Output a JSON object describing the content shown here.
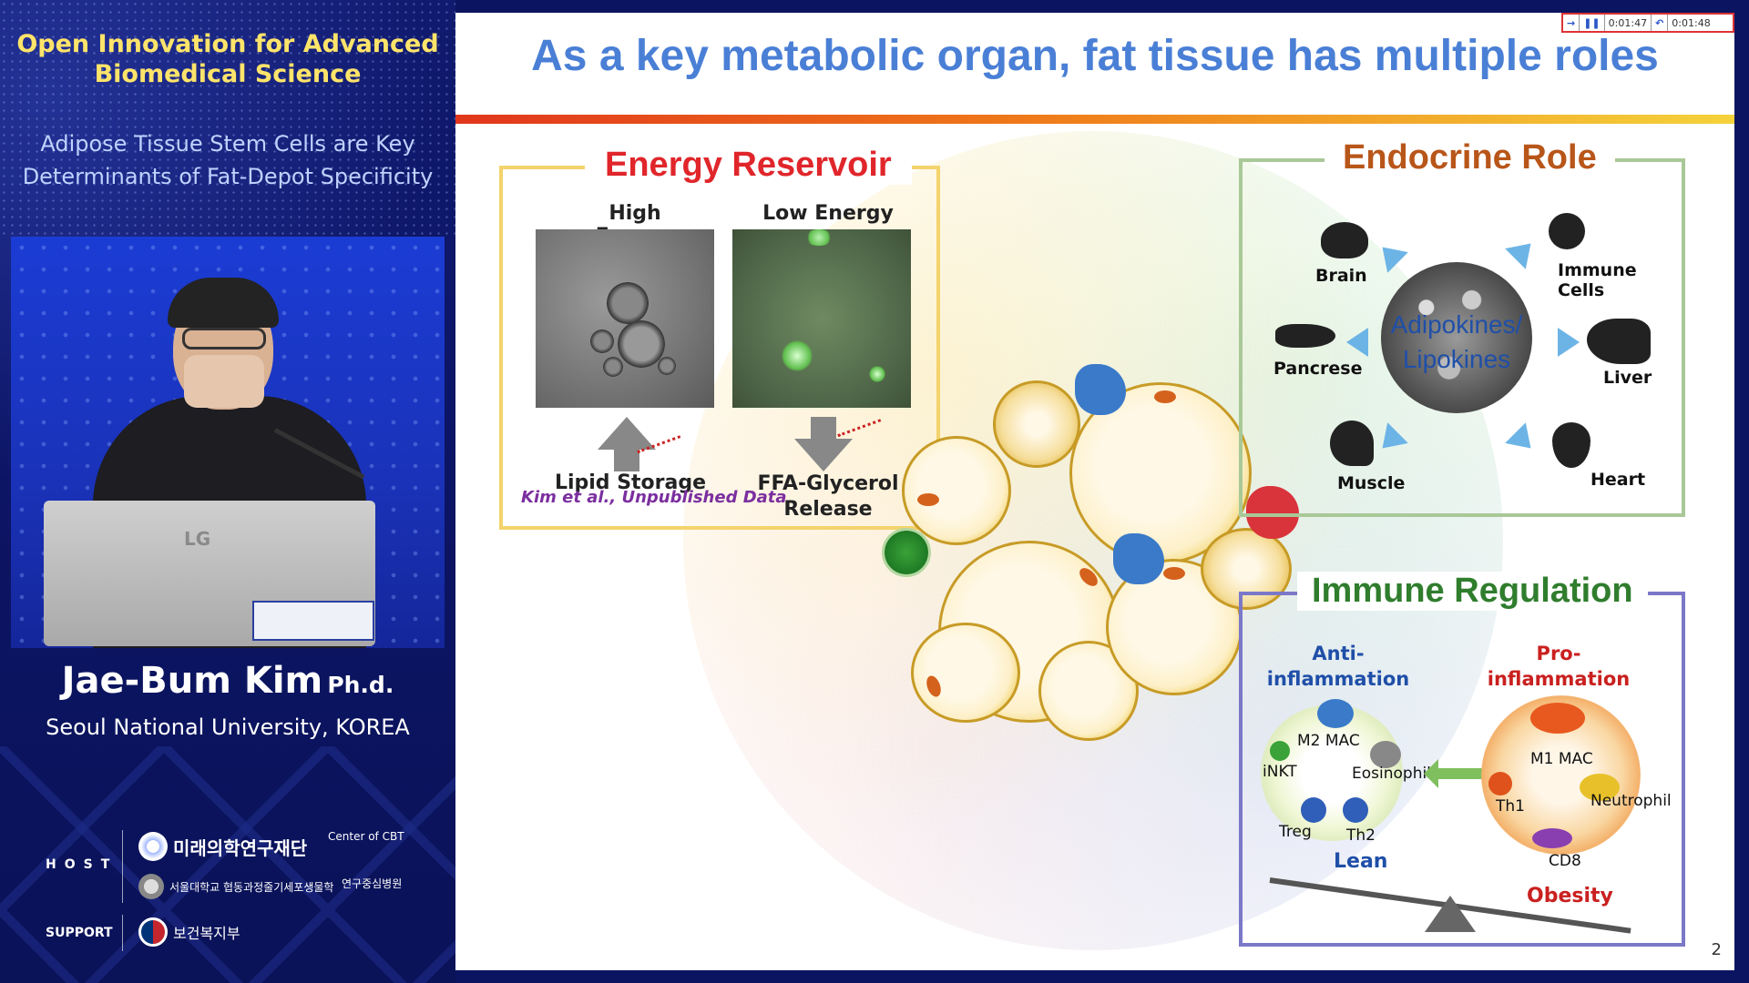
{
  "conference": {
    "title": "Open Innovation for Advanced Biomedical Science",
    "talk_title": "Adipose Tissue Stem Cells are Key Determinants of Fat-Depot Specificity"
  },
  "speaker": {
    "name": "Jae-Bum Kim",
    "degree": "Ph.d.",
    "affiliation": "Seoul National University, KOREA",
    "monitor_logo": "LG"
  },
  "sponsors": {
    "host_label": "HOST",
    "support_label": "SUPPORT",
    "host_logos": [
      "미래의학연구재단",
      "Center of CBT",
      "서울대학교 협동과정줄기세포생물학",
      "연구중심병원"
    ],
    "support_logos": [
      "보건복지부"
    ]
  },
  "slide": {
    "title": "As a key metabolic organ, fat tissue has multiple roles",
    "page_number": "2",
    "timer": {
      "elapsed": "0:01:47",
      "total": "0:01:48",
      "next_icon": "arrow-right-icon",
      "pause_icon": "pause-icon",
      "back_icon": "undo-icon"
    },
    "energy": {
      "title": "Energy Reservoir",
      "high": "High Energy",
      "low": "Low Energy",
      "storage": "Lipid Storage",
      "release": "FFA-Glycerol Release",
      "citation": "Kim et al., Unpublished Data"
    },
    "endocrine": {
      "title": "Endocrine Role",
      "center": "Adipokines/ Lipokines",
      "organs": [
        "Brain",
        "Immune Cells",
        "Pancrese",
        "Liver",
        "Muscle",
        "Heart"
      ]
    },
    "immune": {
      "title": "Immune Regulation",
      "anti": "Anti- inflammation",
      "pro": "Pro- inflammation",
      "lean_cells": [
        "M2 MAC",
        "iNKT",
        "Eosinophil",
        "Treg",
        "Th2"
      ],
      "obese_cells": [
        "M1 MAC",
        "Th1",
        "Neutrophil",
        "CD8"
      ],
      "lean": "Lean",
      "obesity": "Obesity"
    },
    "colors": {
      "title_blue": "#4a7fd6",
      "energy_red": "#e0262b",
      "endocrine_orange": "#b8561a",
      "immune_green": "#2f7d2d",
      "panel_navy": "#0b1460",
      "conf_yellow": "#ffe46a"
    }
  }
}
